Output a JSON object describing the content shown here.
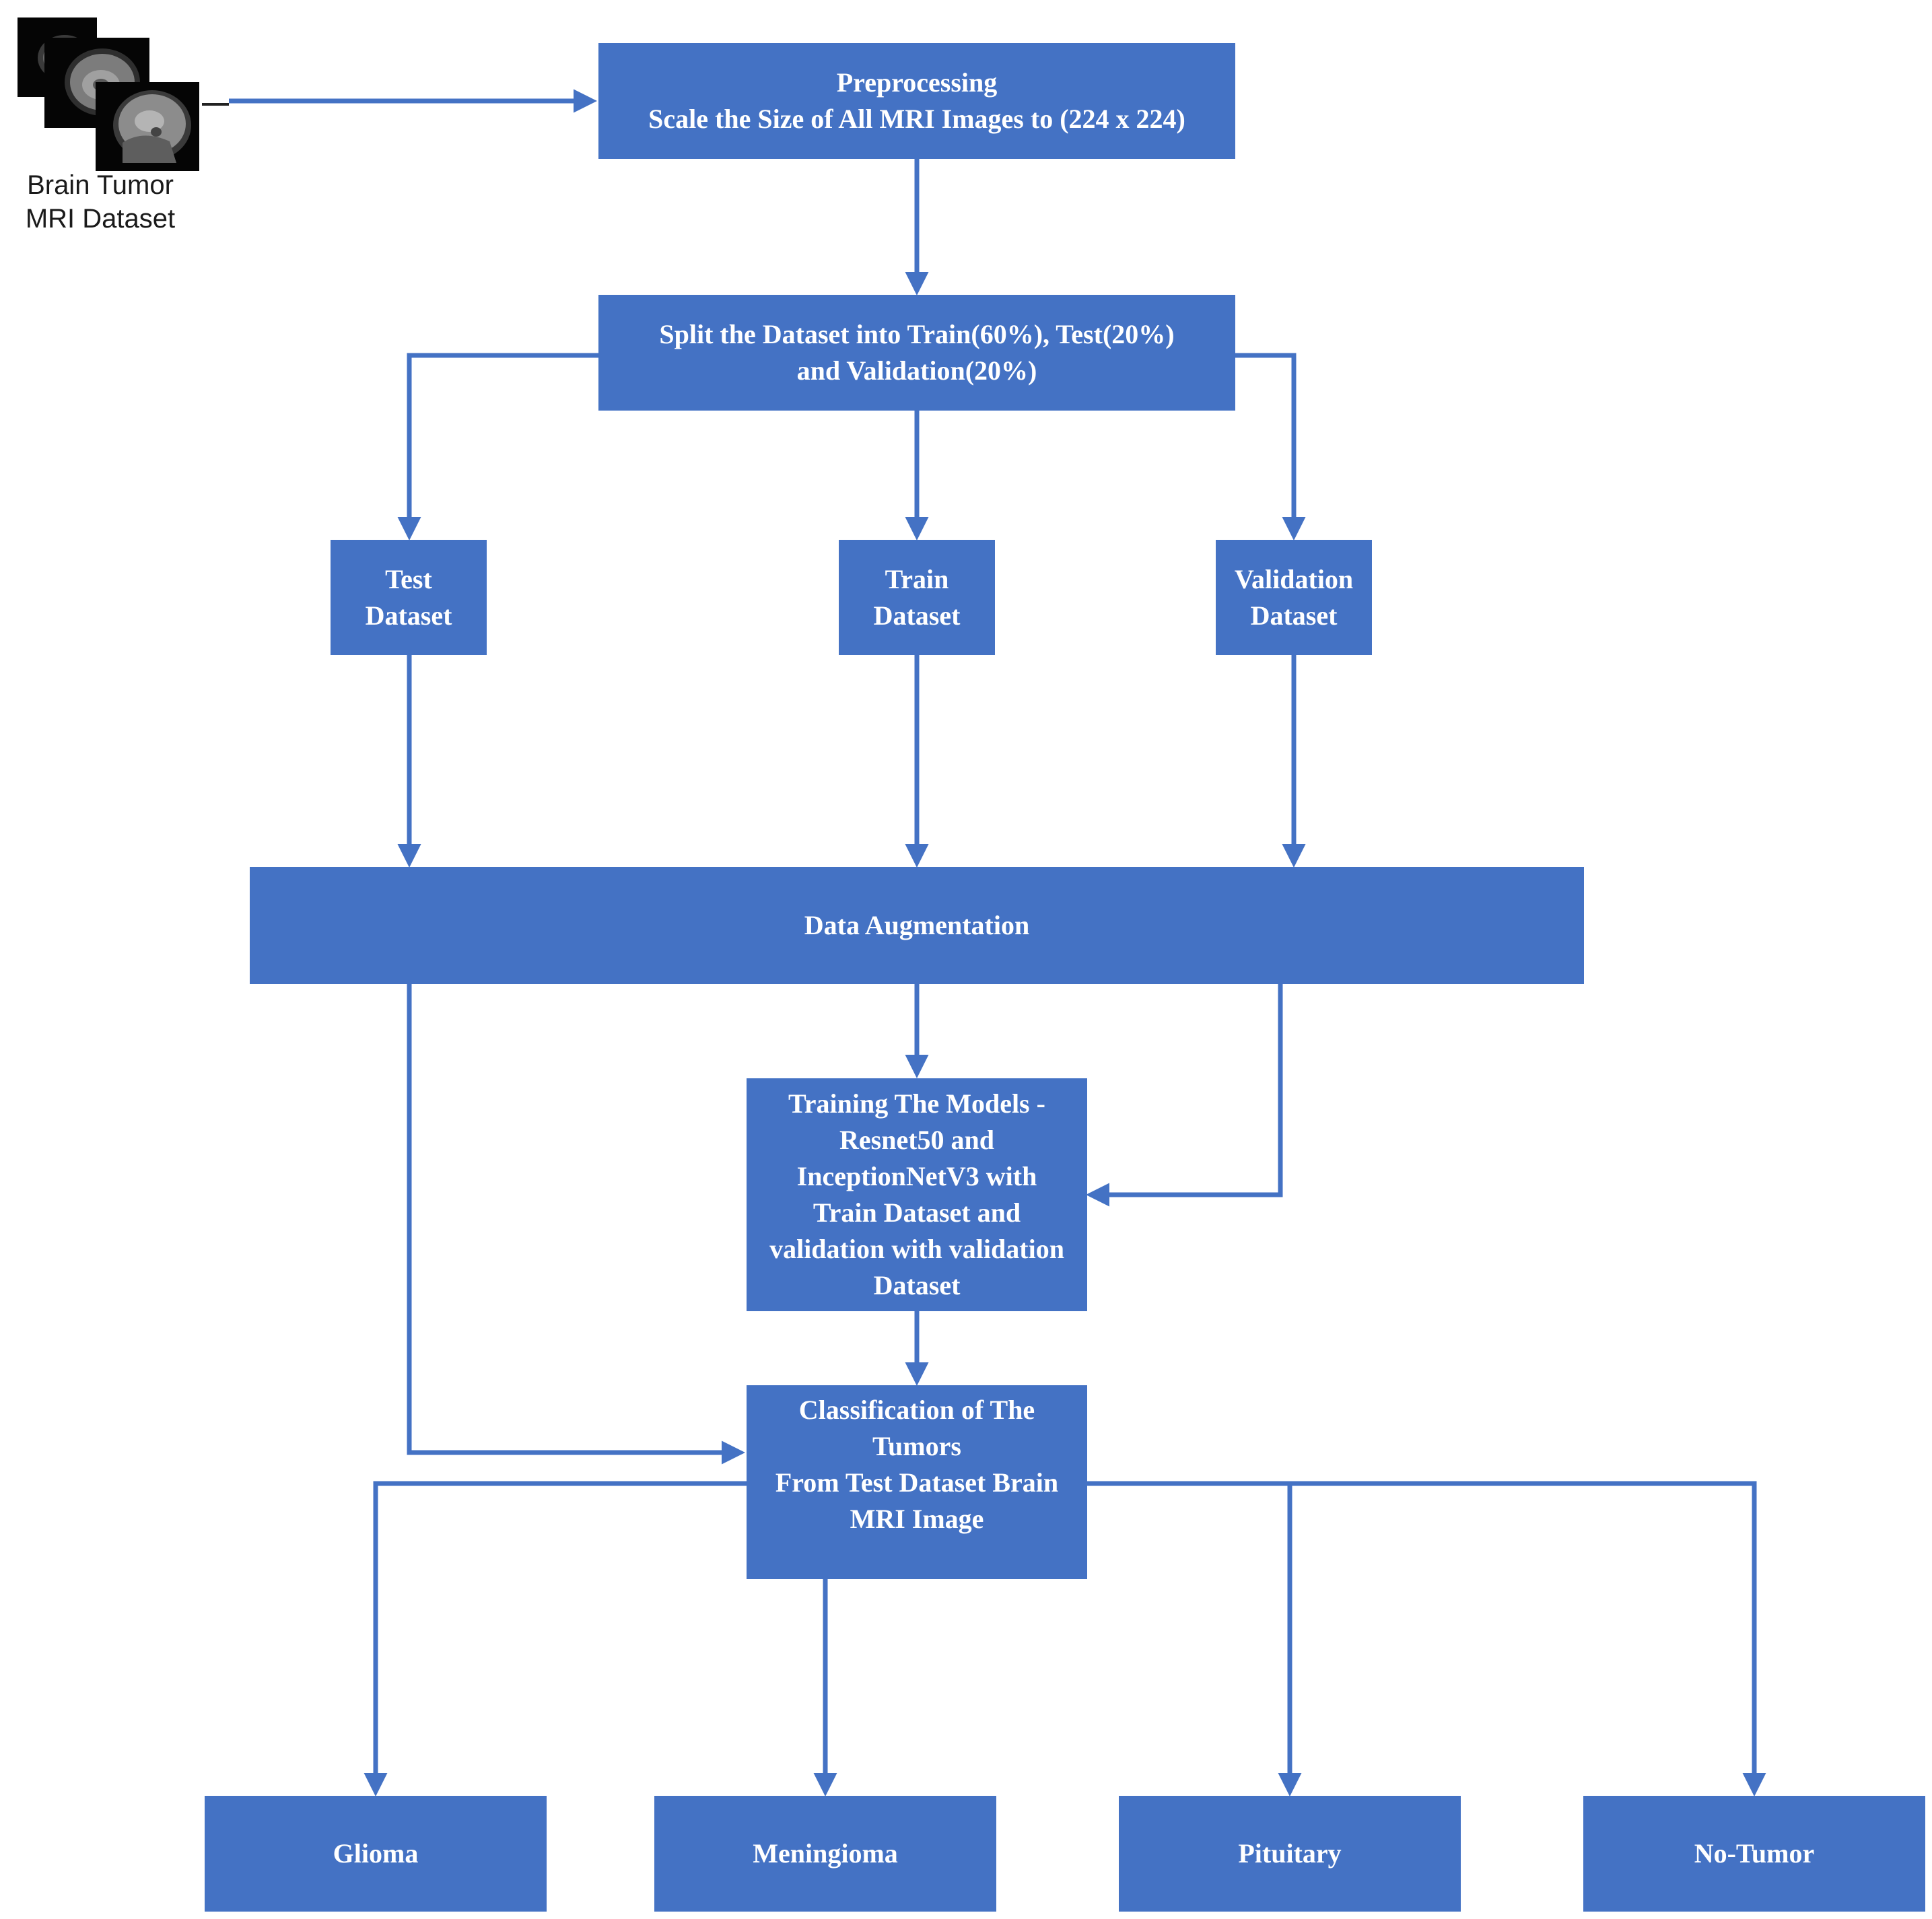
{
  "dataset": {
    "label": "Brain Tumor\nMRI Dataset"
  },
  "boxes": {
    "preprocessing": "Preprocessing\nScale the Size of All MRI Images to (224 x 224)",
    "split": "Split the Dataset into Train(60%), Test(20%)\nand Validation(20%)",
    "test": "Test\nDataset",
    "train": "Train\nDataset",
    "validation": "Validation\nDataset",
    "augmentation": "Data Augmentation",
    "training": "Training The Models -\nResnet50 and\nInceptionNetV3 with\nTrain Dataset and\nvalidation with validation\nDataset",
    "classification": "Classification of The\nTumors\nFrom Test Dataset Brain\nMRI Image",
    "glioma": "Glioma",
    "meningioma": "Meningioma",
    "pituitary": "Pituitary",
    "notumor": "No-Tumor"
  },
  "colors": {
    "box_fill": "#4472C4",
    "arrow": "#4472C4",
    "text": "#ffffff"
  }
}
